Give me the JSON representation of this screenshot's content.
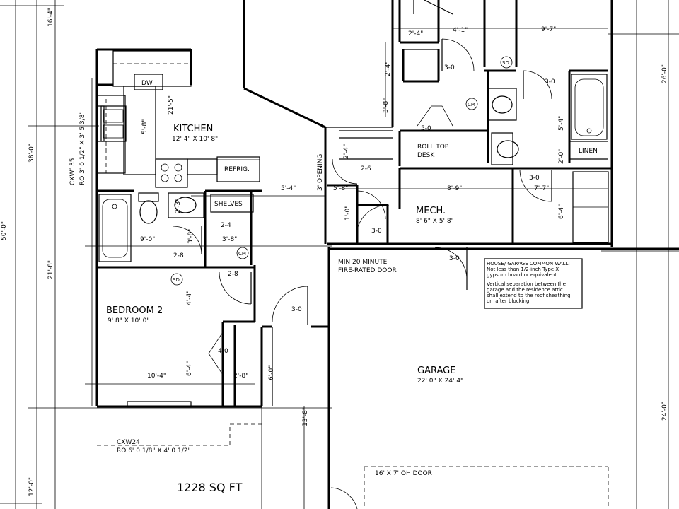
{
  "rooms": {
    "kitchen": {
      "name": "KITCHEN",
      "size": "12' 4\" X 10' 8\""
    },
    "bedroom2": {
      "name": "BEDROOM 2",
      "size": "9' 8\" X 10' 0\""
    },
    "mech": {
      "name": "MECH.",
      "size": "8' 6\" X 5' 8\""
    },
    "garage": {
      "name": "GARAGE",
      "size": "22' 0\" X 24' 4\""
    }
  },
  "fixtures": {
    "dw": "DW",
    "refrig": "REFRIG.",
    "shelves": "SHELVES",
    "roll_top_desk_line1": "ROLL TOP",
    "roll_top_desk_line2": "DESK",
    "linen": "LINEN",
    "cm": "CM",
    "sd": "SD"
  },
  "labels": {
    "fire_door_line1": "MIN 20 MINUTE",
    "fire_door_line2": "FIRE-RATED DOOR",
    "opening_3ft": "3' OPENING",
    "oh_door": "16' X 7' OH DOOR",
    "sq_ft": "1228 SQ FT",
    "window_kitchen_1": "CXW135",
    "window_kitchen_2": "RO 3' 0 1/2\" X 3' 5 3/8\"",
    "window_bed_1": "CXW24",
    "window_bed_2": "RO 6' 0 1/8\" X 4' 0 1/2\""
  },
  "note": {
    "line1": "HOUSE/ GARAGE COMMON WALL:",
    "line2": "Not less than 1/2-inch Type X",
    "line3": "gypsum board or equivalent.",
    "line4": "Vertical separation between the",
    "line5": "garage and the residence attic",
    "line6": "shall extend to the roof sheathing",
    "line7": "or rafter blocking."
  },
  "dims": {
    "d16_4": "16'-4\"",
    "d38_0": "38'-0\"",
    "d50_0": "50'-0\"",
    "d21_8": "21'-8\"",
    "d12_0": "12'-0\"",
    "d26_0": "26'-0\"",
    "d24_0": "24'-0\"",
    "d21_5": "21'-5\"",
    "d5_8": "5'-8\"",
    "d2_4a": "2'-4\"",
    "d4_1": "4'-1\"",
    "d9_7": "9'-7\"",
    "d2_4b": "2'-4\"",
    "d3_0a": "3-0",
    "d3_0b": "3-0",
    "d3_8a": "3'-8\"",
    "d5_0": "5-0",
    "d5_4": "5'-4\"",
    "d2_0a": "2'-0\"",
    "d5_4b": "5'-4\"",
    "d2_4c": "2'-4\"",
    "d2_6": "2-6",
    "d5_8b": "5'-8\"",
    "d8_9": "8'-9\"",
    "d3_0c": "3-0",
    "d7_7": "7'-7\"",
    "d6_4": "6'-4\"",
    "d1_0": "1'-0\"",
    "d3_0d": "3-0",
    "d3_0e": "3-0",
    "d2_3": "2'-3\"",
    "d3_8b": "3'-8\"",
    "d2_4d": "2-4",
    "d9_0": "9'-0\"",
    "d2_8a": "2-8",
    "d3_8c": "3'-8\"",
    "d2_8b": "2-8",
    "d4_4": "4'-4\"",
    "d3_0f": "3-0",
    "d4_0": "4-0",
    "d6_4b": "6'-4\"",
    "d10_4": "10'-4\"",
    "d2_8c": "2'-8\"",
    "d6_0": "6'-0\"",
    "d13_8": "13'-8\""
  }
}
